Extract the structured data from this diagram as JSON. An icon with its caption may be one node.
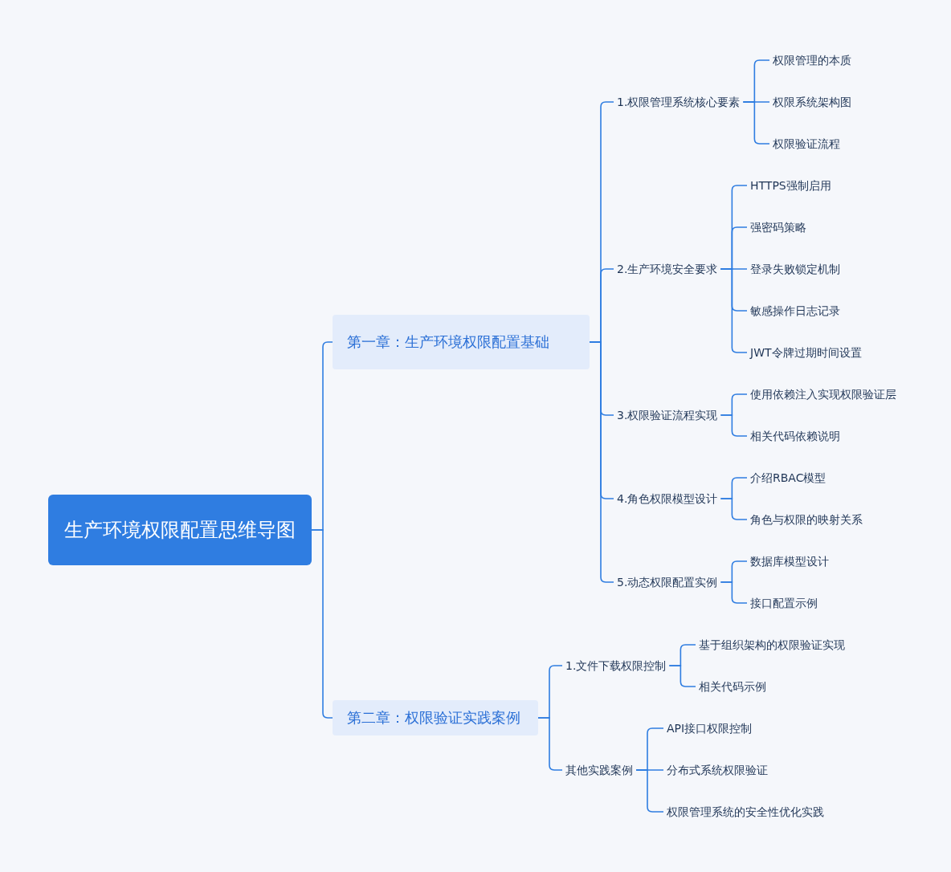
{
  "diagram": {
    "nodes": [
      {
        "text": [
          "生产环境权限配置思维导图"
        ]
      },
      {
        "text": [
          "第一章：生产环境权限配置基础"
        ]
      },
      {
        "text": [
          "第二章：权限验证实践案例"
        ]
      },
      {
        "text": [
          "1.权限管理系统核心要素"
        ]
      },
      {
        "text": [
          "权限管理的本质"
        ]
      },
      {
        "text": [
          "权限系统架构图"
        ]
      },
      {
        "text": [
          "权限验证流程"
        ]
      },
      {
        "text": [
          "2.生产环境安全要求"
        ]
      },
      {
        "text": [
          "HTTPS强制启用"
        ]
      },
      {
        "text": [
          "强密码策略"
        ]
      },
      {
        "text": [
          "登录失败锁定机制"
        ]
      },
      {
        "text": [
          "敏感操作日志记录"
        ]
      },
      {
        "text": [
          "JWT令牌过期时间设置"
        ]
      },
      {
        "text": [
          "3.权限验证流程实现"
        ]
      },
      {
        "text": [
          "使用依赖注入实现权限验证层"
        ]
      },
      {
        "text": [
          "相关代码依赖说明"
        ]
      },
      {
        "text": [
          "4.角色权限模型设计"
        ]
      },
      {
        "text": [
          "介绍RBAC模型"
        ]
      },
      {
        "text": [
          "角色与权限的映射关系"
        ]
      },
      {
        "text": [
          "5.动态权限配置实例"
        ]
      },
      {
        "text": [
          "数据库模型设计"
        ]
      },
      {
        "text": [
          "接口配置示例"
        ]
      },
      {
        "text": [
          "1.文件下载权限控制"
        ]
      },
      {
        "text": [
          "基于组织架构的权限验证实现"
        ]
      },
      {
        "text": [
          "相关代码示例"
        ]
      },
      {
        "text": [
          "其他实践案例"
        ]
      },
      {
        "text": [
          "API接口权限控制"
        ]
      },
      {
        "text": [
          "分布式系统权限验证"
        ]
      },
      {
        "text": [
          "权限管理系统的安全性优化实践"
        ]
      }
    ],
    "edges": [
      {
        "from": 0,
        "to": 1,
        "arrow": "none"
      },
      {
        "from": 0,
        "to": 2,
        "arrow": "none"
      },
      {
        "from": 1,
        "to": 3,
        "arrow": "none"
      },
      {
        "from": 3,
        "to": 4,
        "arrow": "none"
      },
      {
        "from": 3,
        "to": 5,
        "arrow": "none"
      },
      {
        "from": 3,
        "to": 6,
        "arrow": "none"
      },
      {
        "from": 1,
        "to": 7,
        "arrow": "none"
      },
      {
        "from": 7,
        "to": 8,
        "arrow": "none"
      },
      {
        "from": 7,
        "to": 9,
        "arrow": "none"
      },
      {
        "from": 7,
        "to": 10,
        "arrow": "none"
      },
      {
        "from": 7,
        "to": 11,
        "arrow": "none"
      },
      {
        "from": 7,
        "to": 12,
        "arrow": "none"
      },
      {
        "from": 1,
        "to": 13,
        "arrow": "none"
      },
      {
        "from": 13,
        "to": 14,
        "arrow": "none"
      },
      {
        "from": 13,
        "to": 15,
        "arrow": "none"
      },
      {
        "from": 1,
        "to": 16,
        "arrow": "none"
      },
      {
        "from": 16,
        "to": 17,
        "arrow": "none"
      },
      {
        "from": 16,
        "to": 18,
        "arrow": "none"
      },
      {
        "from": 1,
        "to": 19,
        "arrow": "none"
      },
      {
        "from": 19,
        "to": 20,
        "arrow": "none"
      },
      {
        "from": 19,
        "to": 21,
        "arrow": "none"
      },
      {
        "from": 2,
        "to": 22,
        "arrow": "none"
      },
      {
        "from": 22,
        "to": 23,
        "arrow": "none"
      },
      {
        "from": 22,
        "to": 24,
        "arrow": "none"
      },
      {
        "from": 2,
        "to": 25,
        "arrow": "none"
      },
      {
        "from": 25,
        "to": 26,
        "arrow": "none"
      },
      {
        "from": 25,
        "to": 27,
        "arrow": "none"
      },
      {
        "from": 25,
        "to": 28,
        "arrow": "none"
      }
    ]
  }
}
